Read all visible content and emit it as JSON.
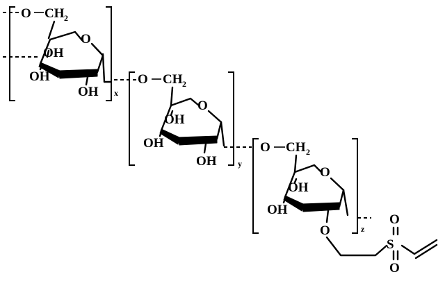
{
  "units": [
    {
      "id": "unit-x",
      "repeat_subscript": "x",
      "o_linkage_label": "O",
      "ch2_label": "CH",
      "ch2_sub": "2",
      "ring_o_label": "O",
      "oh_top_label": "OH",
      "oh_bottom_label": "OH"
    },
    {
      "id": "unit-y",
      "repeat_subscript": "y",
      "o_linkage_label": "O",
      "ch2_label": "CH",
      "ch2_sub": "2",
      "ring_o_label": "O",
      "oh_top_label": "OH",
      "oh_left_label": "OH",
      "oh_bottom_label": "OH"
    },
    {
      "id": "unit-z",
      "repeat_subscript": "z",
      "o_linkage_label": "O",
      "ch2_label": "CH",
      "ch2_sub": "2",
      "ring_o_label": "O",
      "oh_top_label": "OH",
      "oh_left_label": "OH",
      "ether_o_label": "O"
    }
  ],
  "sulfone": {
    "s_label": "S",
    "o_top_label": "O",
    "o_bottom_label": "O"
  }
}
